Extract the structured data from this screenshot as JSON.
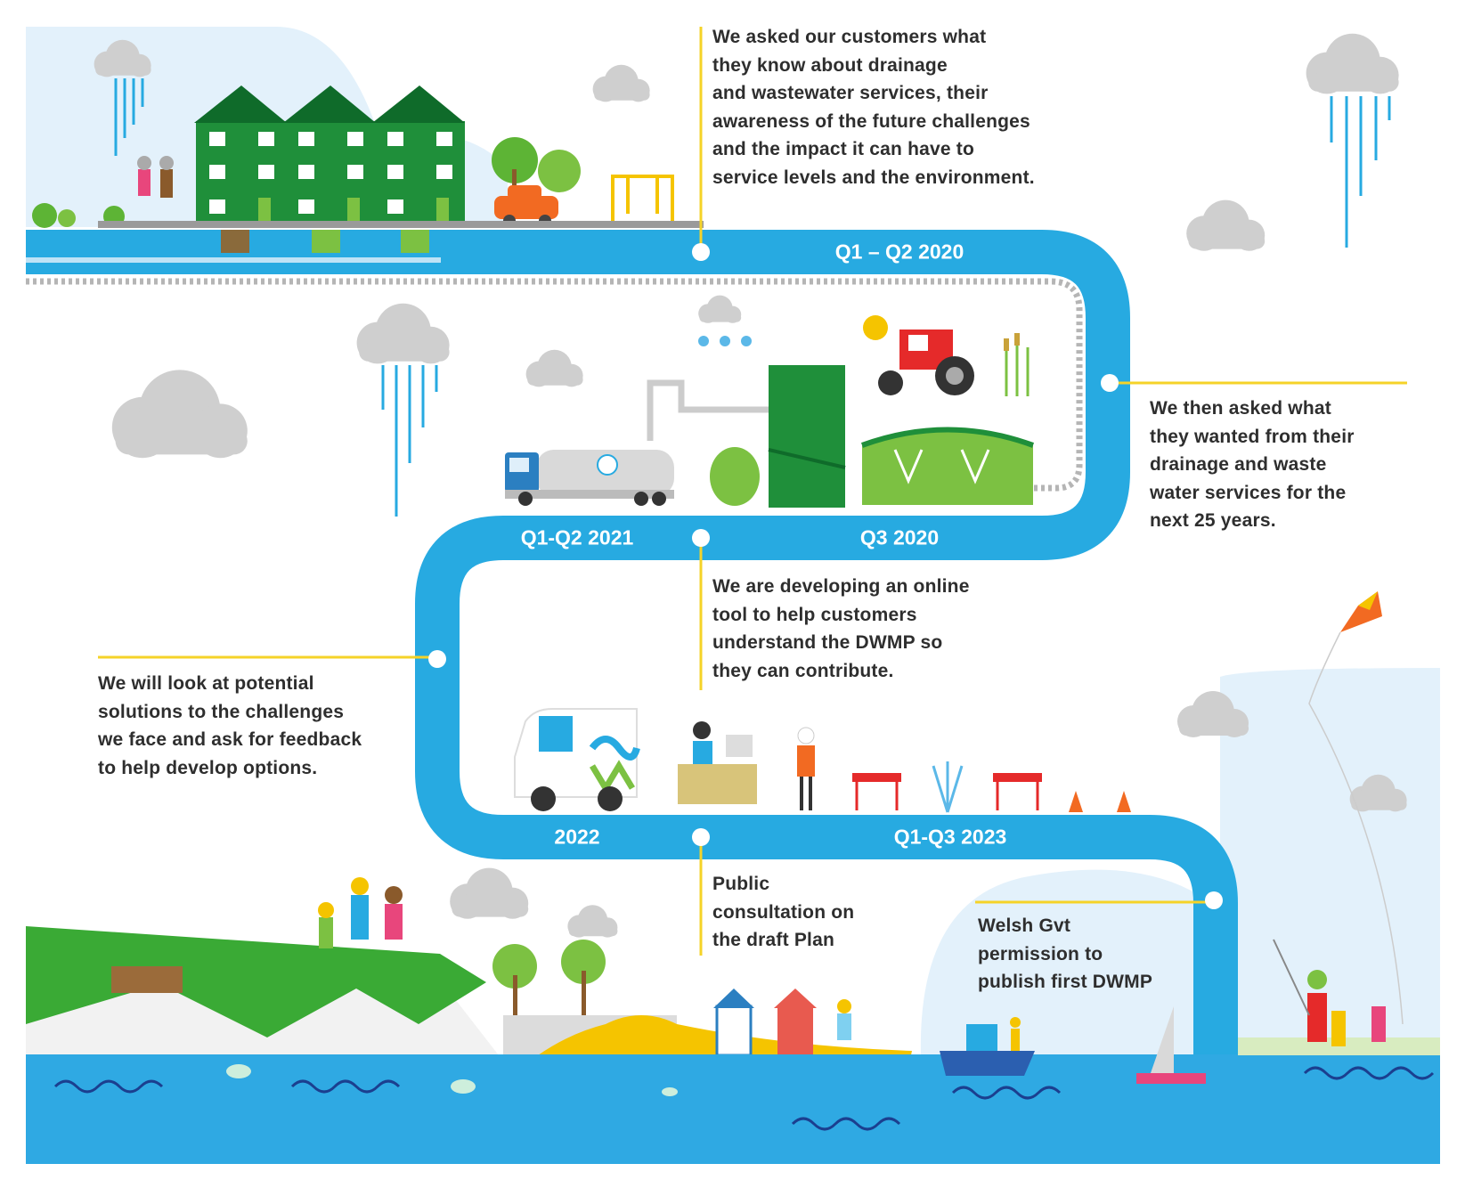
{
  "colors": {
    "path_blue": "#27aae1",
    "accent_yellow": "#f5d328",
    "text": "#2e2e2e",
    "house_green": "#1f8f3a",
    "sea_blue": "#2fa9e3",
    "sky_light": "#e3f1fb"
  },
  "timeline": {
    "labels": [
      "Q1 – Q2 2020",
      "Q3 2020",
      "Q1-Q2 2021",
      "2022",
      "Q1-Q3 2023"
    ],
    "steps": [
      {
        "text": "We asked our customers what\nthey know about drainage\nand wastewater services, their\nawareness of the future challenges\nand the impact it can have to\nservice levels and the environment."
      },
      {
        "text": "We then asked what\nthey wanted from their\ndrainage and waste\nwater services for the\nnext 25 years."
      },
      {
        "text": "We are developing an online\ntool to help customers\nunderstand the DWMP so\nthey can contribute."
      },
      {
        "text": "We will look at potential\nsolutions to the challenges\nwe face and ask for feedback\nto help develop options."
      },
      {
        "text": "Public\nconsultation on\nthe draft Plan"
      },
      {
        "text": "Welsh Gvt\npermission to\npublish first DWMP"
      }
    ]
  },
  "icons": [
    "cloud-icon",
    "rain-icon",
    "house-icon",
    "tree-icon",
    "car-icon",
    "swing-icon",
    "tanker-truck-icon",
    "storage-tank-icon",
    "tractor-icon",
    "treatment-building-icon",
    "van-icon",
    "desk-worker-icon",
    "road-barrier-icon",
    "traffic-cone-icon",
    "kite-icon",
    "boat-icon",
    "sailboat-icon",
    "beach-hut-icon",
    "fish-icon",
    "people-icon"
  ]
}
